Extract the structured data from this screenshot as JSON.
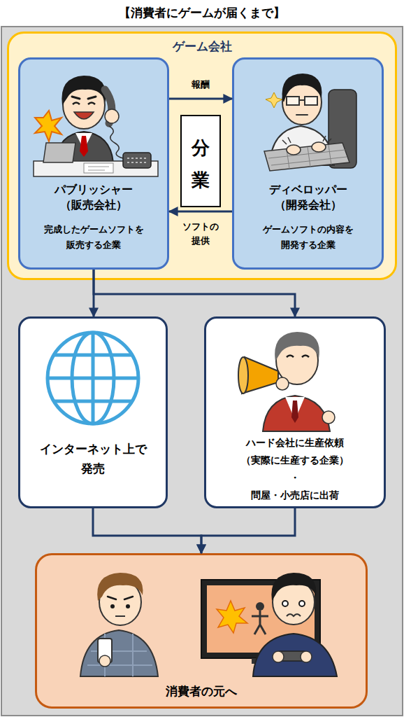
{
  "diagram": {
    "title": "【消費者にゲームが届くまで】",
    "nodes": [
      {
        "text": [
          "ゲーム会社"
        ]
      },
      {
        "text": [
          "パブリッシャー （販売会社）",
          "完成したゲームソフトを 販売する企業"
        ],
        "in": 0
      },
      {
        "text": [
          "ディベロッパー （開発会社）",
          "ゲームソフトの内容を 開発する企業"
        ],
        "in": 0
      },
      {
        "text": [
          "分業"
        ],
        "in": 0
      },
      {
        "text": [
          "インターネット上で 発売"
        ]
      },
      {
        "text": [
          "ハード会社に生産依頼 （実際に生産する企業）",
          "・",
          "問屋・小売店に出荷"
        ]
      },
      {
        "text": [
          "消費者の元へ"
        ]
      }
    ],
    "edges": [
      {
        "from": 1,
        "to": 2,
        "label": "報酬",
        "arrow": "to"
      },
      {
        "from": 2,
        "to": 1,
        "label": "ソフトの 提供",
        "arrow": "to"
      },
      {
        "from": 1,
        "to": 4,
        "arrow": "to"
      },
      {
        "from": 1,
        "to": 5,
        "arrow": "to"
      },
      {
        "from": 4,
        "to": 6,
        "arrow": "to"
      },
      {
        "from": 5,
        "to": 6,
        "arrow": "to"
      }
    ]
  }
}
